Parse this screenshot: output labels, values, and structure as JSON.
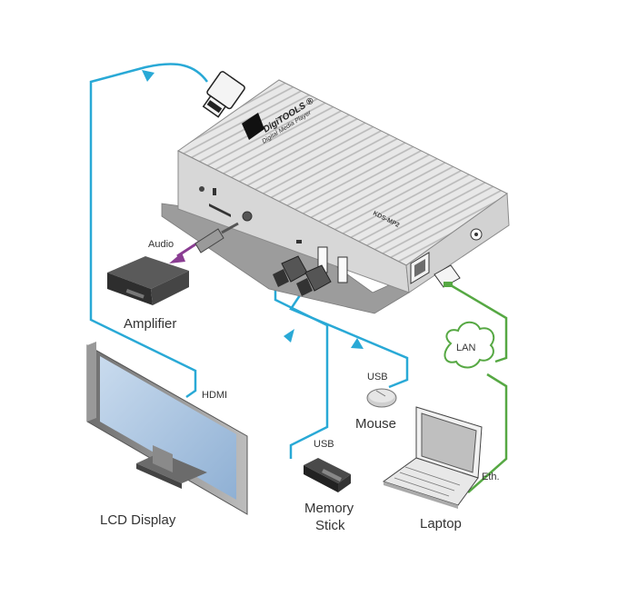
{
  "device": {
    "brand": "DigiTOOLS ®",
    "subtitle": "Digital Media Player",
    "model": "KDS-MP2"
  },
  "labels": {
    "amplifier": "Amplifier",
    "audio": "Audio",
    "hdmi": "HDMI",
    "lcd_display": "LCD Display",
    "usb_stick": "USB",
    "memory_stick_line1": "Memory",
    "memory_stick_line2": "Stick",
    "usb_mouse": "USB",
    "mouse": "Mouse",
    "lan": "LAN",
    "eth": "Eth.",
    "laptop": "Laptop"
  },
  "colors": {
    "hdmi_usb_cable": "#29a9d6",
    "lan_cable": "#56a843",
    "audio_cable": "#8a3d92",
    "device_body": "#e6e6e6",
    "device_front": "#b3b3b3"
  }
}
